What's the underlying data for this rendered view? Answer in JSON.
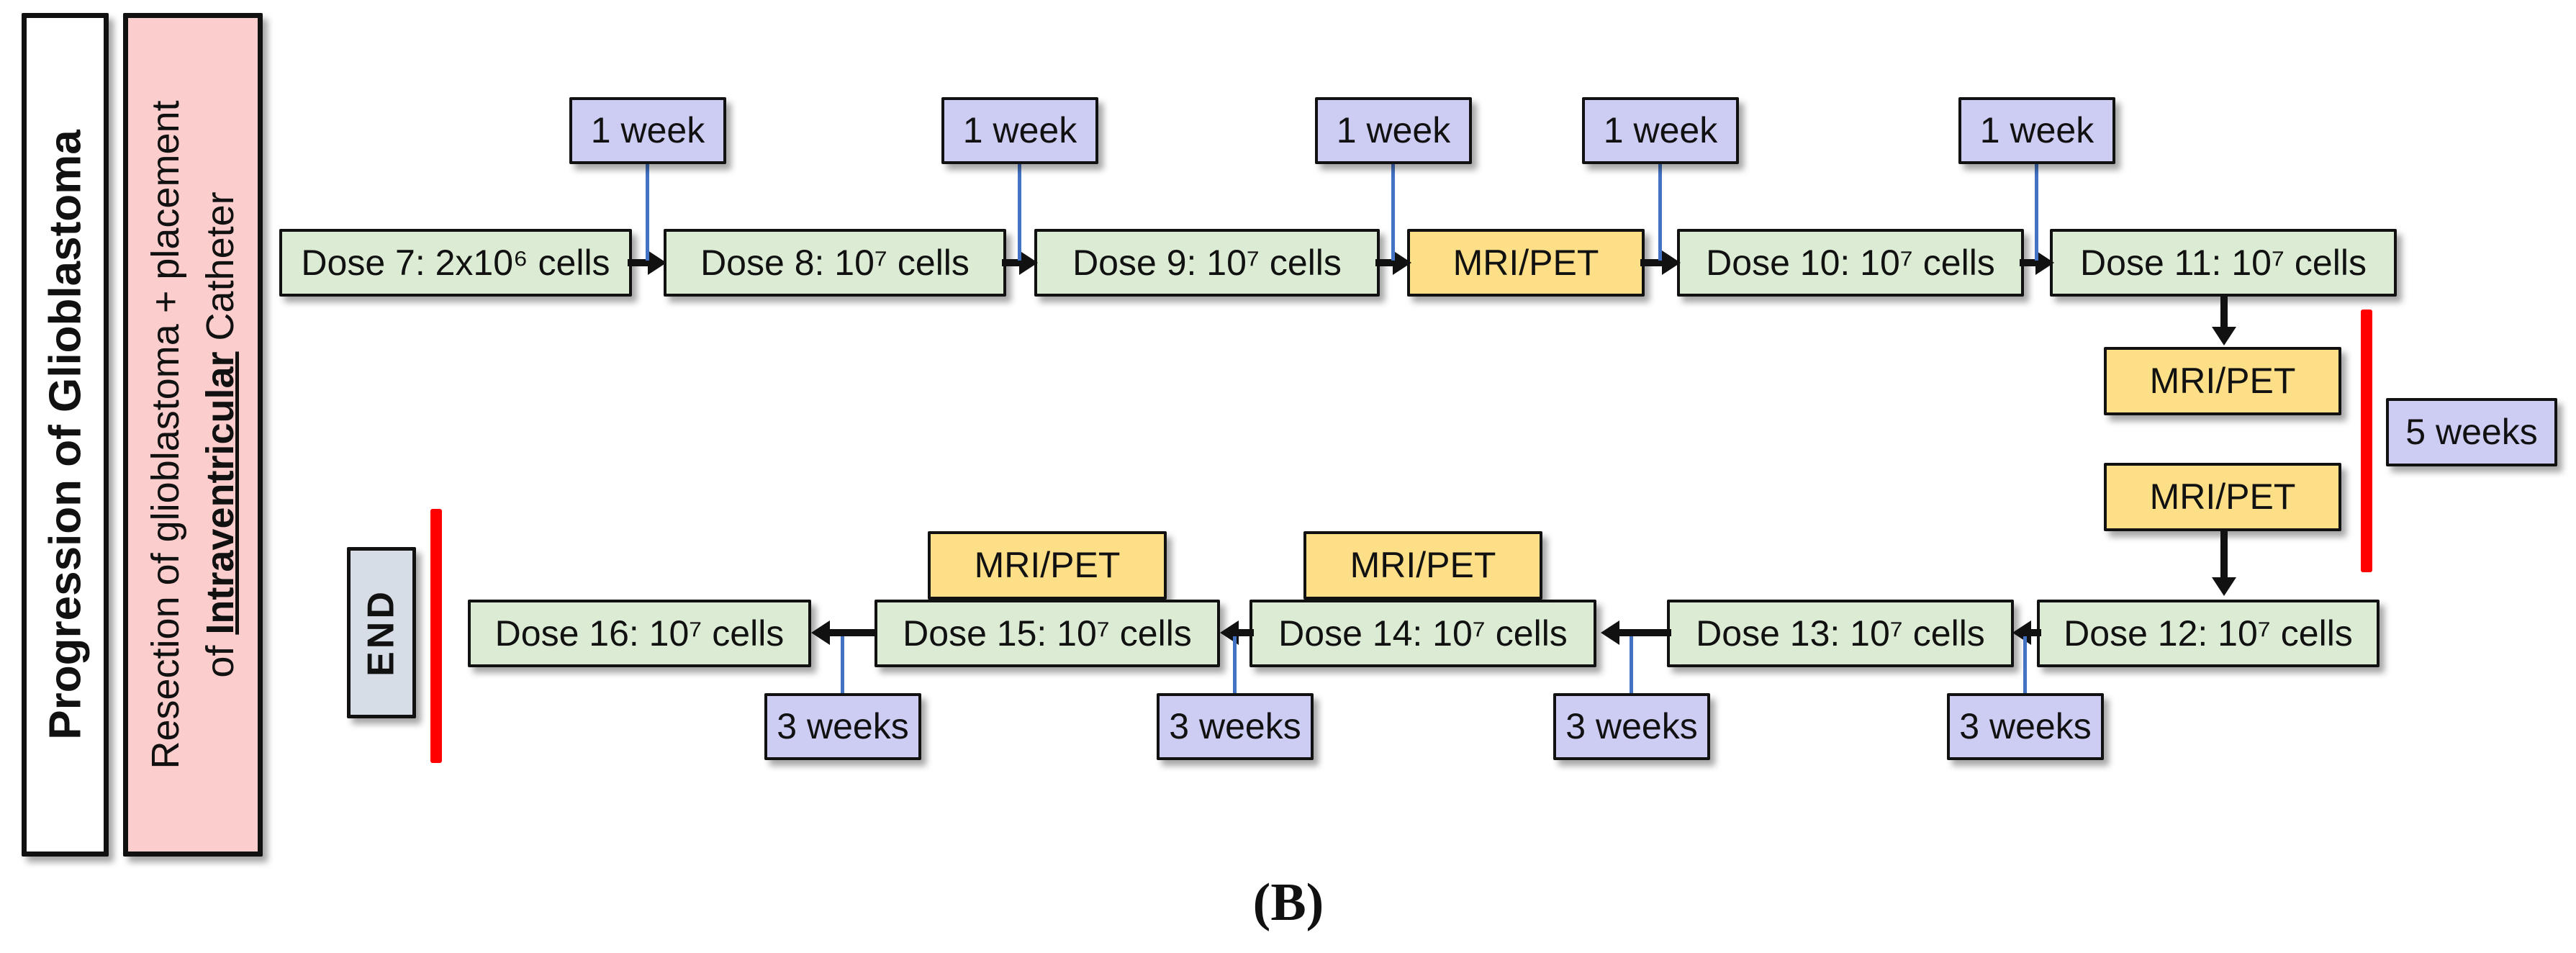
{
  "sidebar": {
    "progression": "Progression of Glioblastoma",
    "resection_line1": "Resection of glioblastoma + placement",
    "resection_line2_pre": "of ",
    "resection_line2_bold": "Intraventricular",
    "resection_line2_post": " Catheter"
  },
  "top_row": [
    "Dose 7: 2x10⁶ cells",
    "Dose 8: 10⁷ cells",
    "Dose 9: 10⁷ cells",
    "MRI/PET",
    "Dose 10: 10⁷ cells",
    "Dose 11: 10⁷ cells"
  ],
  "intervals_1week": [
    "1 week",
    "1 week",
    "1 week",
    "1 week",
    "1 week"
  ],
  "right_column": {
    "mri_top": "MRI/PET",
    "mri_bottom": "MRI/PET",
    "duration": "5 weeks"
  },
  "bottom_row": [
    "Dose 16: 10⁷ cells",
    "Dose 15: 10⁷ cells",
    "Dose 14: 10⁷ cells",
    "Dose 13: 10⁷ cells",
    "Dose 12: 10⁷ cells"
  ],
  "mri_above": [
    "MRI/PET",
    "MRI/PET"
  ],
  "intervals_3weeks": [
    "3 weeks",
    "3 weeks",
    "3 weeks",
    "3 weeks"
  ],
  "end_label": "END",
  "caption": "(B)",
  "colors": {
    "dose_green": "#dcebd4",
    "mri_yellow": "#fcdf86",
    "interval_lavender": "#cdccf3",
    "resection_pink": "#fbcecd",
    "end_gray": "#d7dde6",
    "phase_bar_red": "#ff0000",
    "connector_blue": "#4472c4"
  }
}
